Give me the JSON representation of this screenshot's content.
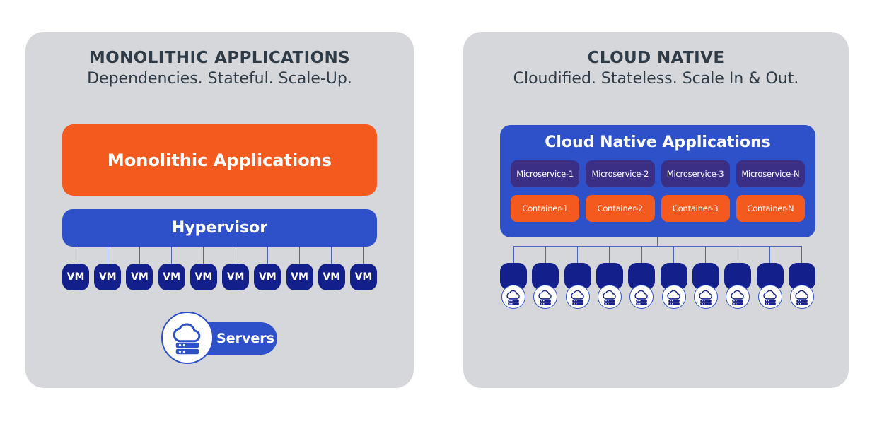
{
  "monolithic": {
    "title": "MONOLITHIC APPLICATIONS",
    "subtitle": "Dependencies. Stateful. Scale-Up.",
    "app_box_label": "Monolithic Applications",
    "hypervisor_label": "Hypervisor",
    "vms": [
      "VM",
      "VM",
      "VM",
      "VM",
      "VM",
      "VM",
      "VM",
      "VM",
      "VM",
      "VM"
    ],
    "servers_label": "Servers",
    "servers_icon": "cloud-server-icon"
  },
  "cloud_native": {
    "title": "CLOUD NATIVE",
    "subtitle": "Cloudified. Stateless. Scale In & Out.",
    "app_box_label": "Cloud Native Applications",
    "microservices": [
      "Microservice-1",
      "Microservice-2",
      "Microservice-3",
      "Microservice-N"
    ],
    "containers": [
      "Container-1",
      "Container-2",
      "Container-3",
      "Container-N"
    ],
    "server_nodes": [
      "cloud-server-icon",
      "cloud-server-icon",
      "cloud-server-icon",
      "cloud-server-icon",
      "cloud-server-icon",
      "cloud-server-icon",
      "cloud-server-icon",
      "cloud-server-icon",
      "cloud-server-icon",
      "cloud-server-icon"
    ]
  },
  "colors": {
    "page_background": "#FFFFFF",
    "panel_background": "#D6D7DA",
    "heading_text": "#2F3B46",
    "orange": "#F45A1E",
    "royal_blue": "#2E51C9",
    "navy": "#131F8B",
    "indigo": "#3A2E85",
    "connector_line": "#4D66C0"
  }
}
